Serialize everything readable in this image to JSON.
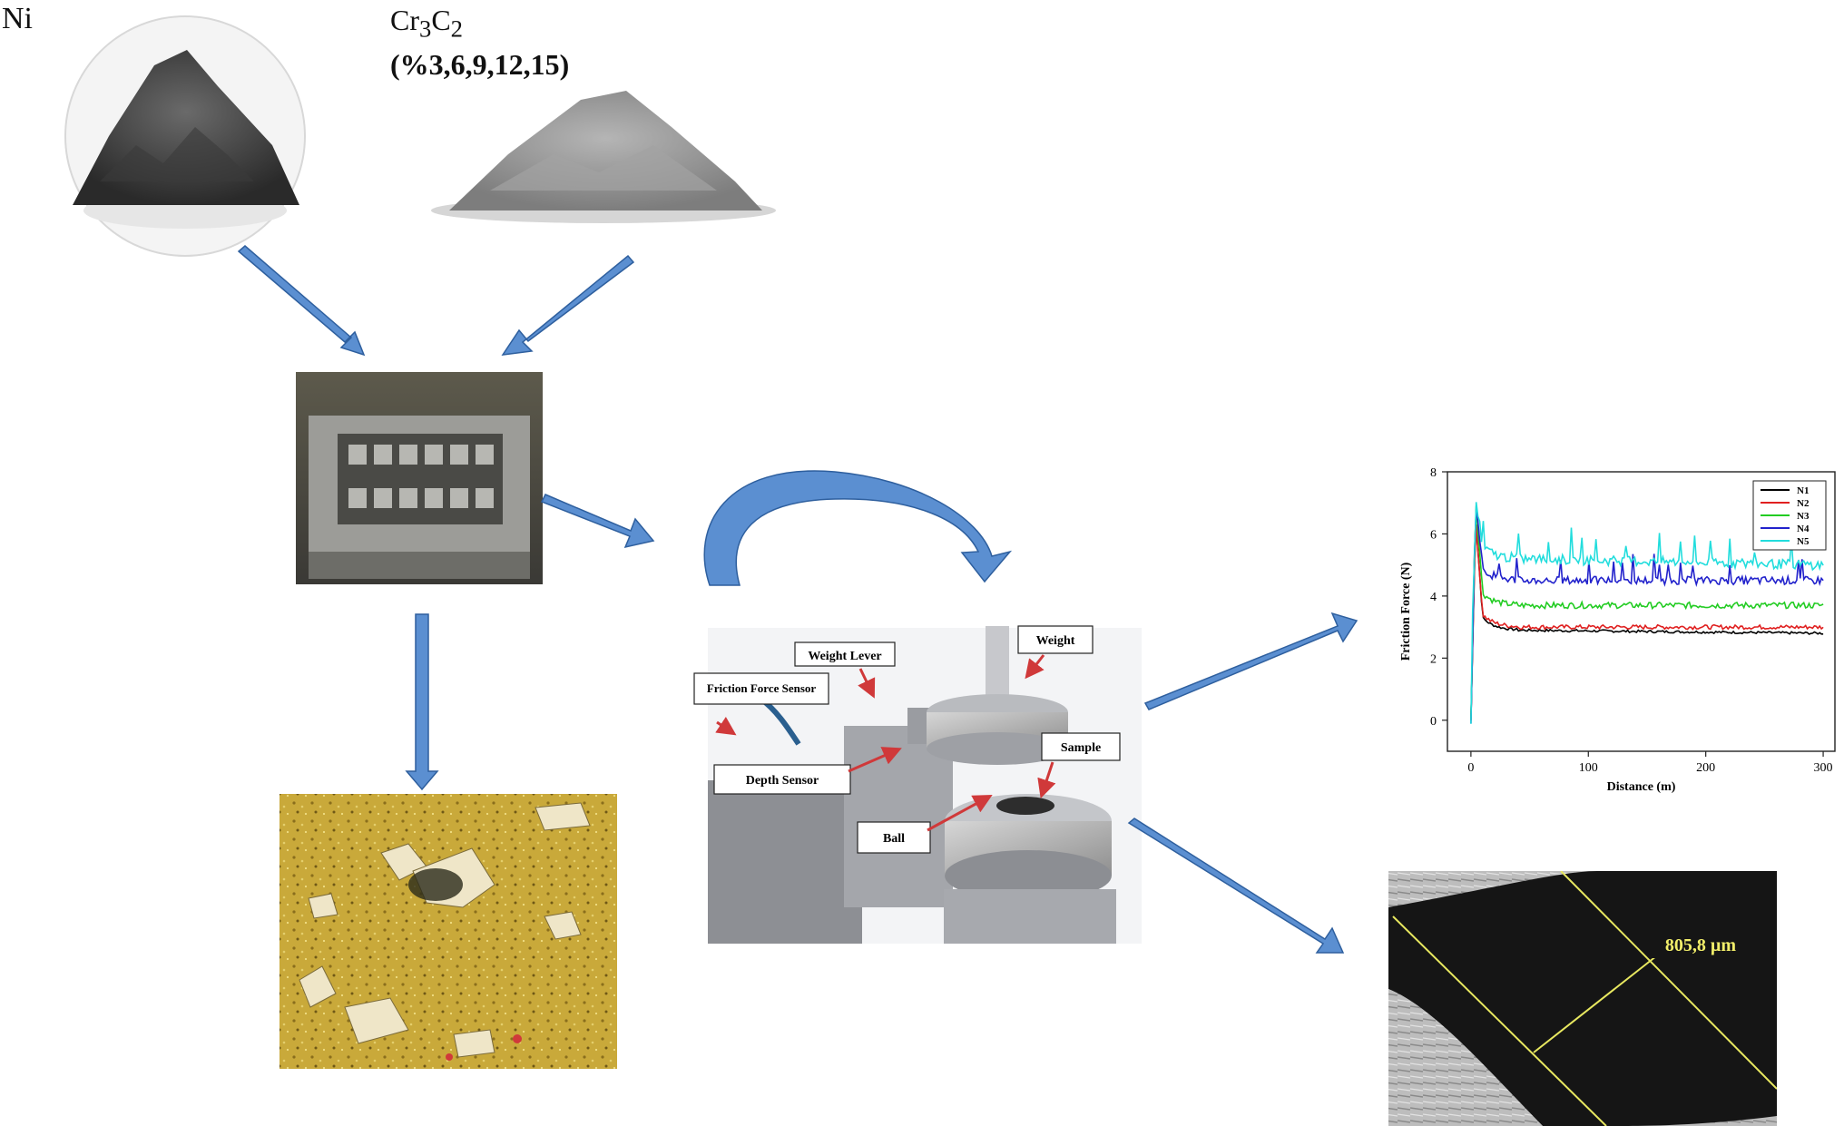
{
  "labels": {
    "ni": "Ni",
    "cr_formula_parts": [
      "Cr",
      "3",
      "C",
      "2"
    ],
    "cr_percent": "(%3,6,9,12,15)"
  },
  "tribometer": {
    "callouts": {
      "weight_lever": "Weight Lever",
      "weight": "Weight",
      "friction_force_sensor": "Friction Force Sensor",
      "sample": "Sample",
      "depth_sensor": "Depth Sensor",
      "ball": "Ball"
    }
  },
  "wear_track": {
    "measurement": "805,8 µm"
  },
  "colors": {
    "arrow_fill": "#5b8fd1",
    "arrow_stroke": "#2e5f9e",
    "callout_arrow": "#d0393a",
    "micrograph": "#c9a93a"
  },
  "chart_data": {
    "type": "line",
    "xlabel": "Distance (m)",
    "ylabel": "Friction Force (N)",
    "xlim": [
      -20,
      310
    ],
    "ylim": [
      -1,
      8
    ],
    "xticks": [
      0,
      100,
      200,
      300
    ],
    "yticks": [
      0,
      2,
      4,
      6,
      8
    ],
    "grid": false,
    "legend": "top-right",
    "series": [
      {
        "name": "N1",
        "color": "#000000",
        "peak": 6.6,
        "steady": 2.9,
        "end": 2.8
      },
      {
        "name": "N2",
        "color": "#e02020",
        "peak": 6.5,
        "steady": 3.0,
        "end": 3.0
      },
      {
        "name": "N3",
        "color": "#22cc22",
        "peak": 7.2,
        "steady": 3.7,
        "end": 3.7
      },
      {
        "name": "N4",
        "color": "#2222cc",
        "peak": 7.1,
        "steady": 4.5,
        "end": 4.5
      },
      {
        "name": "N5",
        "color": "#22dddd",
        "peak": 7.2,
        "steady": 5.2,
        "end": 5.0
      }
    ]
  }
}
